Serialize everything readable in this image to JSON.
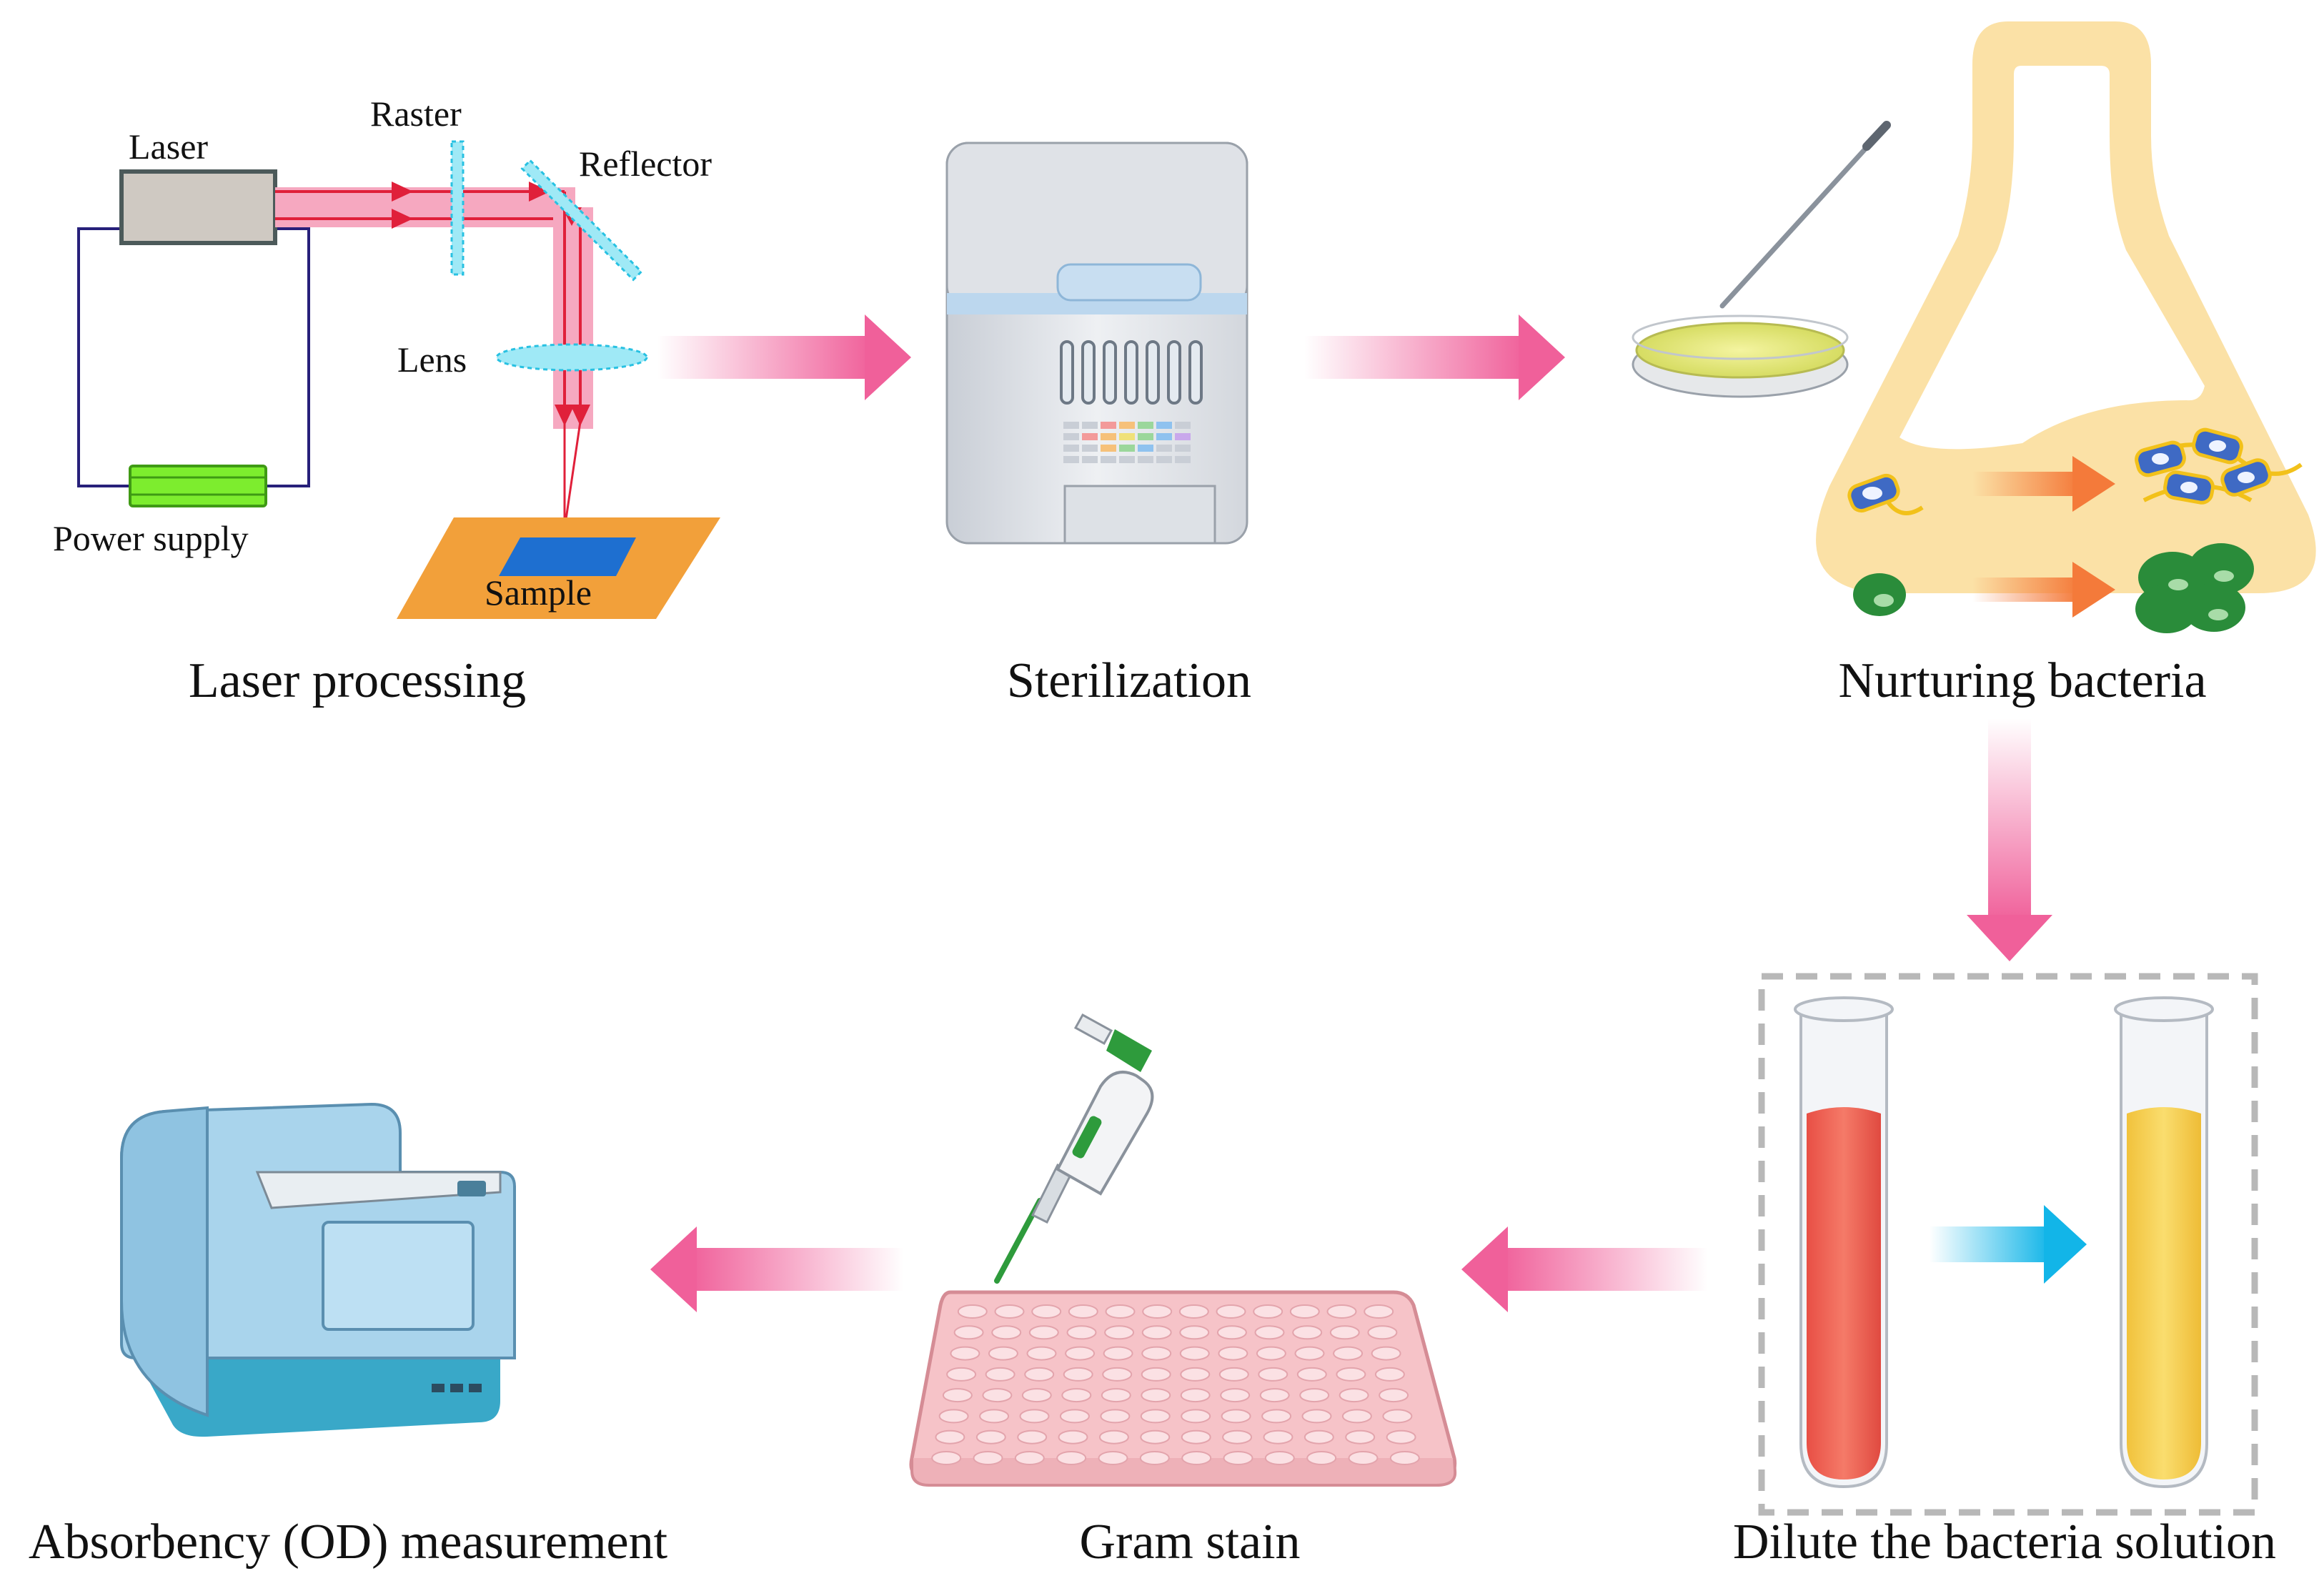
{
  "steps": {
    "laser_processing": "Laser processing",
    "sterilization": "Sterilization",
    "nurturing_bacteria": "Nurturing bacteria",
    "dilute": "Dilute the bacteria solution",
    "gram_stain": "Gram stain",
    "absorbency": "Absorbency (OD) measurement"
  },
  "laser_setup": {
    "laser": "Laser",
    "raster": "Raster",
    "reflector": "Reflector",
    "lens": "Lens",
    "power_supply": "Power supply",
    "sample": "Sample"
  },
  "colors": {
    "flow_arrow": "#f0609a",
    "dilution_arrow": "#12b5e8",
    "laser_beam": "#e0203a",
    "beam_glow": "#f6a8c0",
    "sample_plate": "#f2a03a",
    "sample": "#1e6fd0",
    "flask": "#fbe1a6",
    "culture_tube_red": "#f26b5b",
    "culture_tube_yellow": "#f7d25a"
  },
  "icons": {
    "incubator": "incubator-icon",
    "petri_dish": "petri-dish-icon",
    "inoculation_needle": "inoculation-needle-icon",
    "flask": "flask-icon",
    "test_tube": "test-tube-icon",
    "pipette": "pipette-icon",
    "well_plate": "well-plate-icon",
    "spectrophotometer": "spectrophotometer-icon"
  }
}
